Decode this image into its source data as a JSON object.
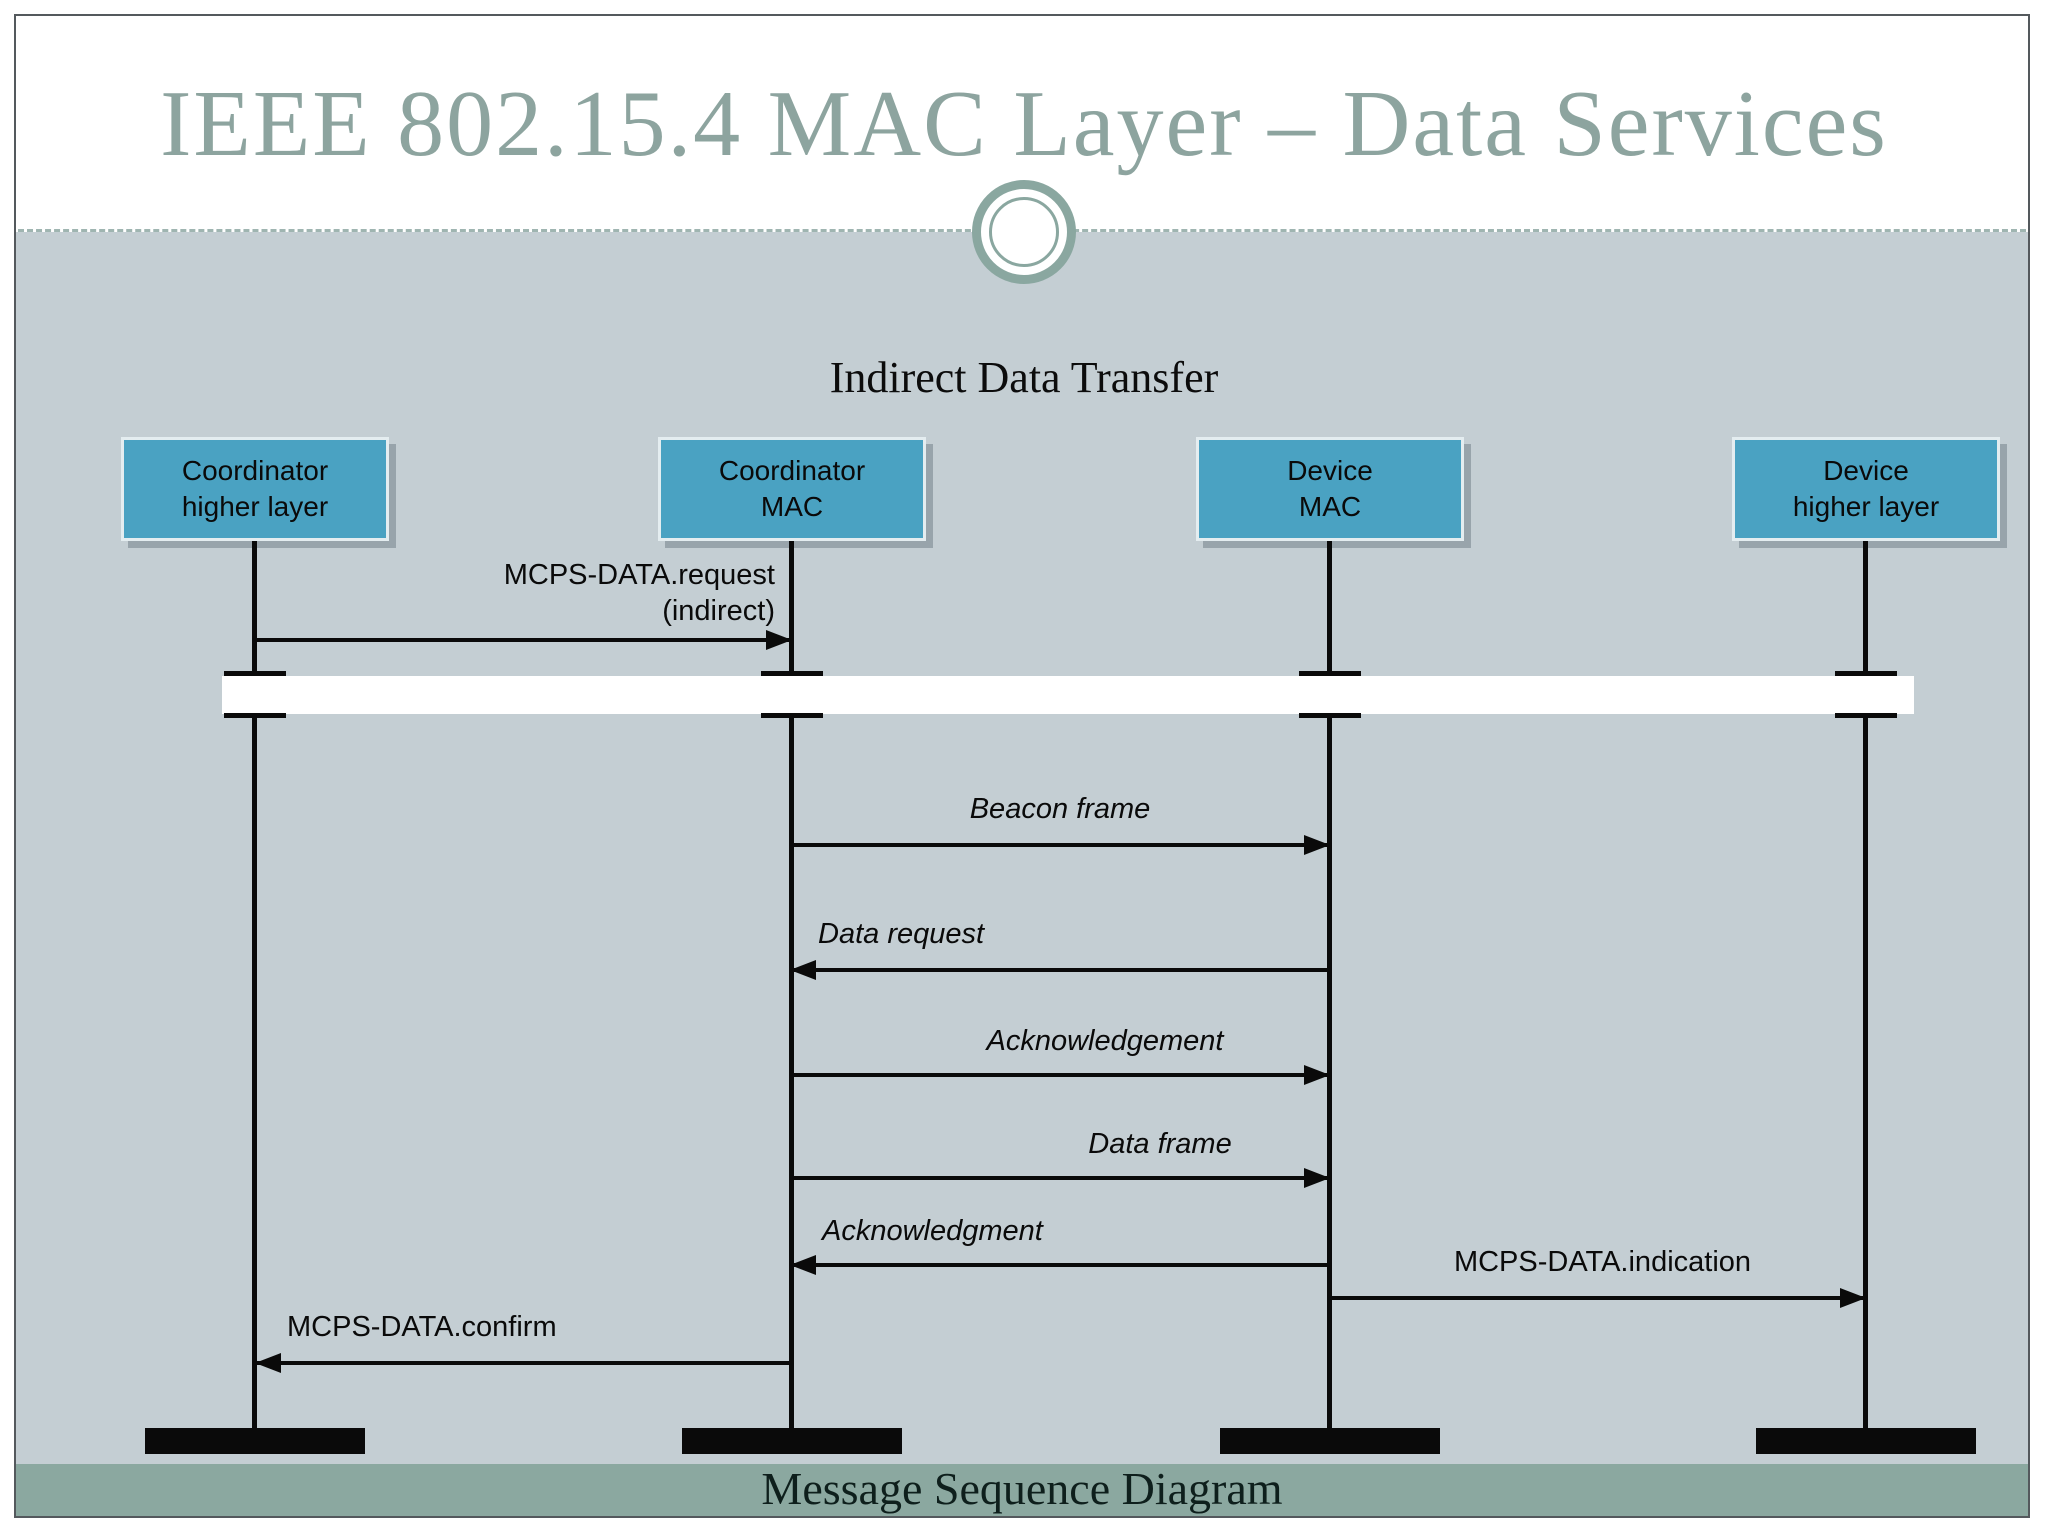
{
  "slide": {
    "title": "IEEE 802.15.4 MAC Layer – Data Services",
    "footer": "Message Sequence Diagram"
  },
  "diagram": {
    "subtitle": "Indirect Data Transfer",
    "actors": [
      {
        "label": "Coordinator\nhigher layer"
      },
      {
        "label": "Coordinator\nMAC"
      },
      {
        "label": "Device\nMAC"
      },
      {
        "label": "Device\nhigher layer"
      }
    ],
    "messages": [
      {
        "label": "MCPS-DATA.request\n(indirect)",
        "from": "Coordinator higher layer",
        "to": "Coordinator MAC",
        "direction": "right"
      },
      {
        "label": "Beacon frame",
        "from": "Coordinator MAC",
        "to": "Device MAC",
        "direction": "right"
      },
      {
        "label": "Data request",
        "from": "Device MAC",
        "to": "Coordinator MAC",
        "direction": "left"
      },
      {
        "label": "Acknowledgement",
        "from": "Coordinator MAC",
        "to": "Device MAC",
        "direction": "right"
      },
      {
        "label": "Data frame",
        "from": "Coordinator MAC",
        "to": "Device MAC",
        "direction": "right"
      },
      {
        "label": "Acknowledgment",
        "from": "Device MAC",
        "to": "Coordinator MAC",
        "direction": "left"
      },
      {
        "label": "MCPS-DATA.indication",
        "from": "Device MAC",
        "to": "Device higher layer",
        "direction": "right"
      },
      {
        "label": "MCPS-DATA.confirm",
        "from": "Coordinator MAC",
        "to": "Coordinator higher layer",
        "direction": "left"
      }
    ]
  },
  "colors": {
    "title_text": "#8da49f",
    "content_background": "#c4ced3",
    "footer_background": "#8ba8a0",
    "actor_box": "#4aa2c2",
    "lifeline": "#0a0a0a"
  }
}
